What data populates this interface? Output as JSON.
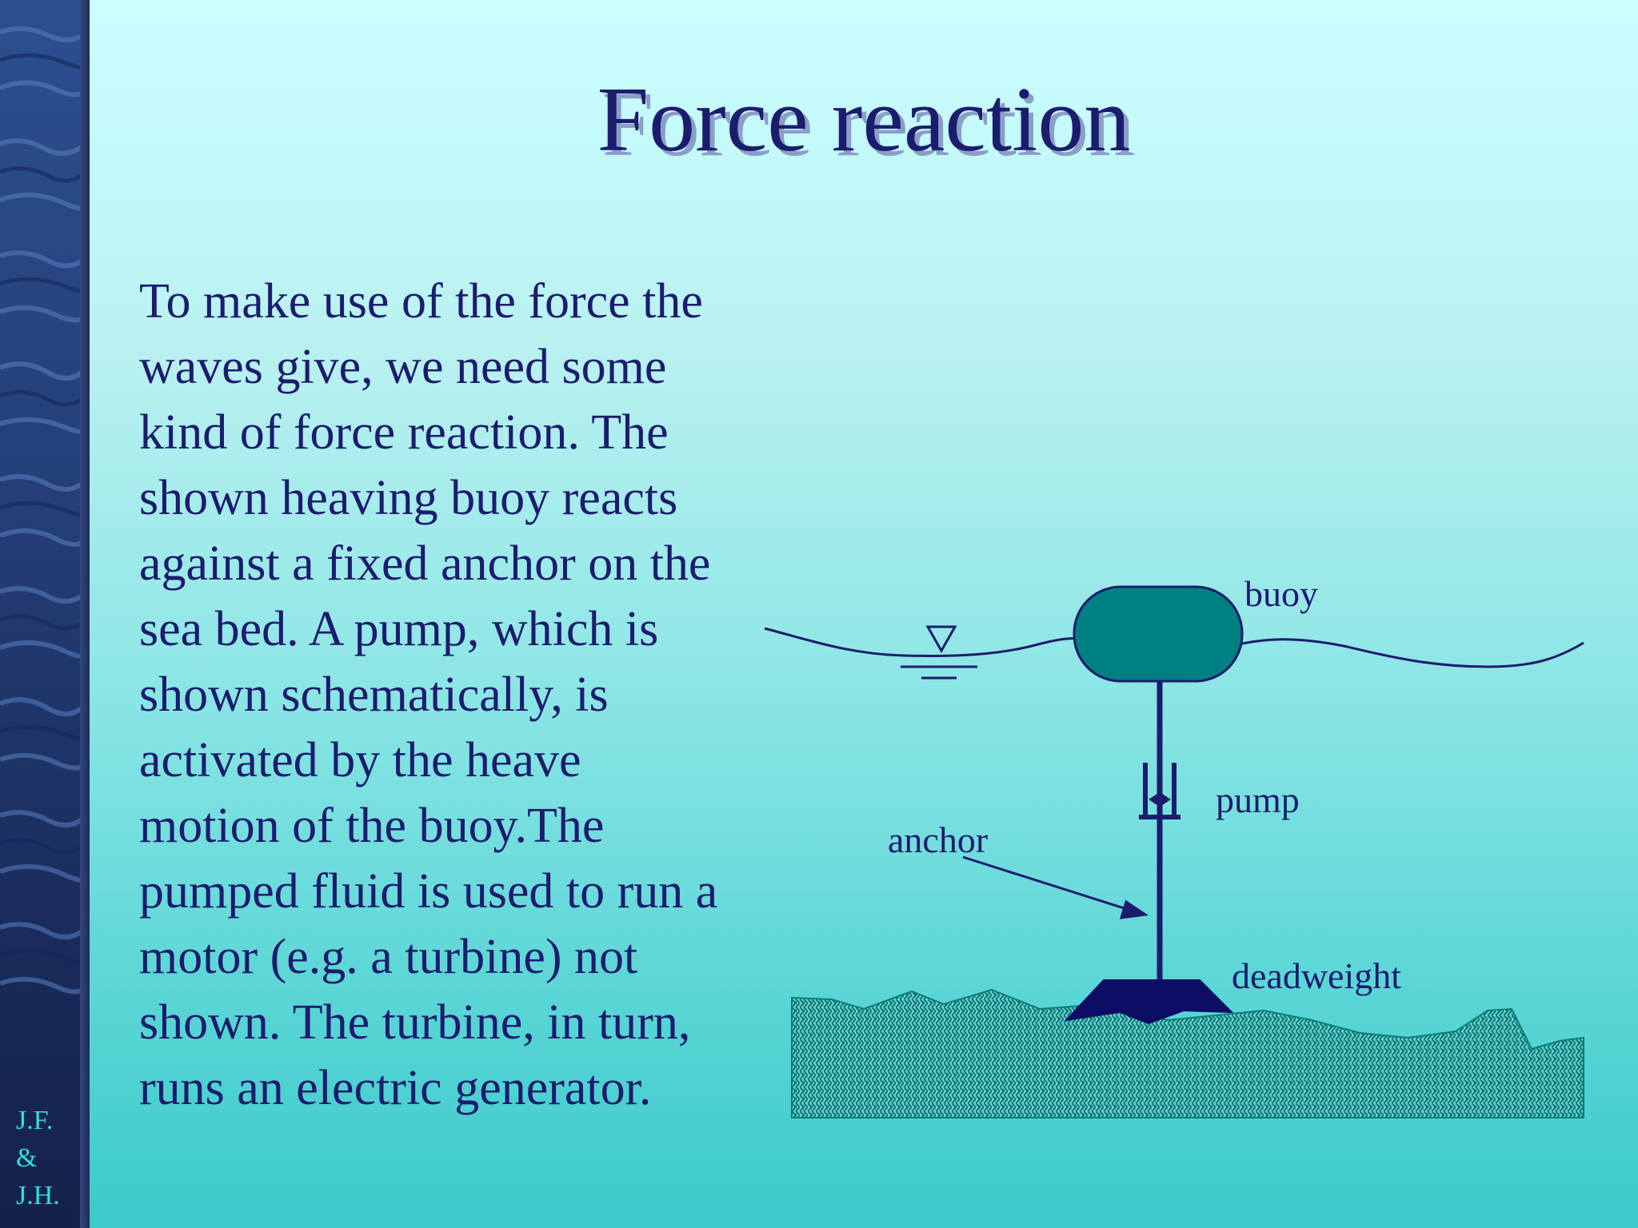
{
  "slide": {
    "title": "Force reaction",
    "body_lines": [
      "To make use of the force the",
      "waves give, we need some",
      "kind of force reaction.  The",
      "shown heaving buoy reacts",
      "against a fixed anchor on the",
      "sea bed.  A pump, which is",
      "shown schematically, is",
      "activated by the heave",
      "motion of the buoy.The",
      "pumped fluid is used to run a",
      "motor (e.g. a turbine) not",
      "shown.  The turbine, in turn,",
      "runs an electric generator."
    ],
    "initials": [
      "J.F.",
      "&",
      "J.H."
    ]
  },
  "diagram": {
    "labels": {
      "buoy": "buoy",
      "pump": "pump",
      "anchor": "anchor",
      "deadweight": "deadweight"
    }
  },
  "colors": {
    "text": "#1c1c6e",
    "buoy_fill": "#008080",
    "seabed": "#008080",
    "initials": "#33dddd",
    "water_line": "#1c1c6e"
  }
}
